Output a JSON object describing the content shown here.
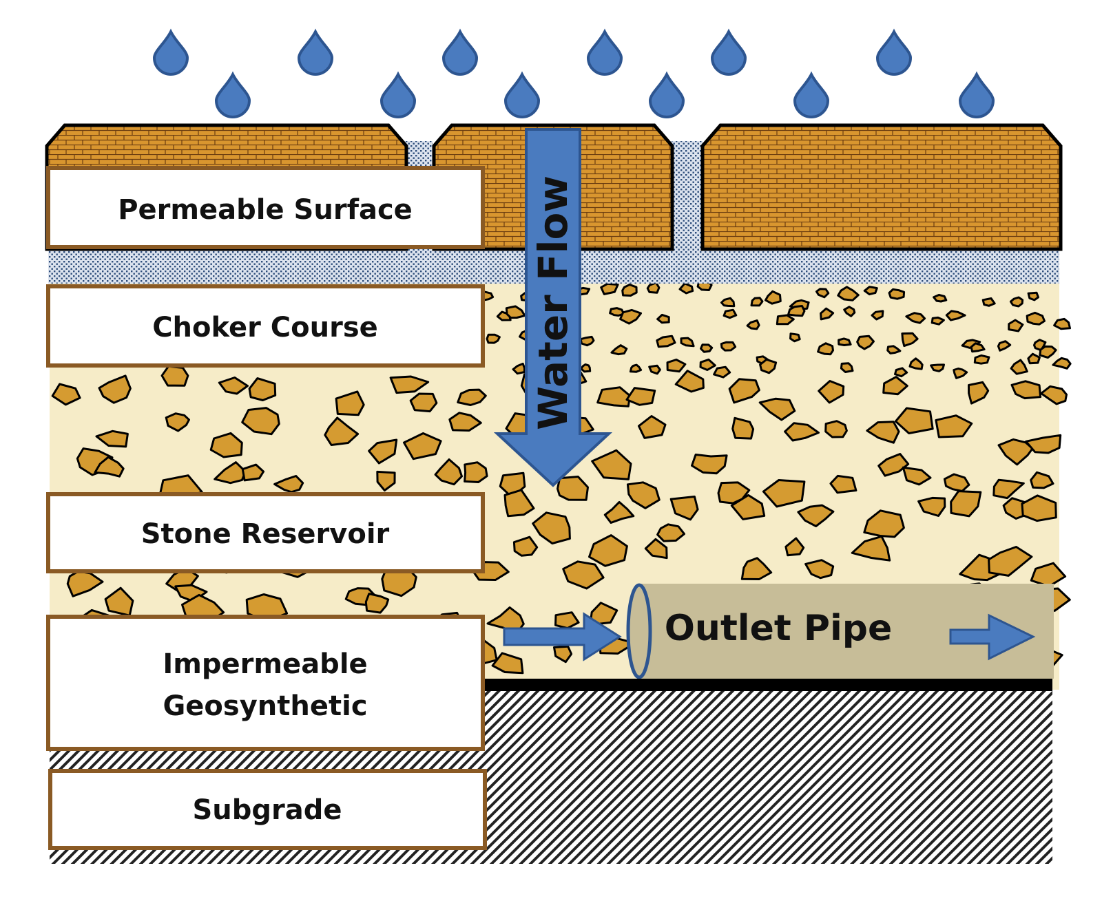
{
  "labels": {
    "permeable_surface": "Permeable Surface",
    "choker_course": "Choker Course",
    "stone_reservoir": "Stone Reservoir",
    "impermeable_line1": "Impermeable",
    "impermeable_line2": "Geosynthetic",
    "subgrade": "Subgrade",
    "water_flow": "Water Flow",
    "outlet_pipe": "Outlet Pipe"
  },
  "colors": {
    "paver": "#d9962f",
    "paver_mortar": "#6b3d10",
    "joint_fill": "#dce3ee",
    "joint_dots": "#2d4d7a",
    "stone_bed": "#f6ecc8",
    "stone": "#d59b31",
    "water": "#4a7bbf",
    "water_outline": "#2d5590",
    "pipe": "#c7bd98",
    "label_border": "#8a5a24",
    "geosynthetic": "#000000",
    "subgrade_hatch": "#222222"
  },
  "icons": [
    "water-drop-icon",
    "down-arrow-icon",
    "right-arrow-icon"
  ]
}
